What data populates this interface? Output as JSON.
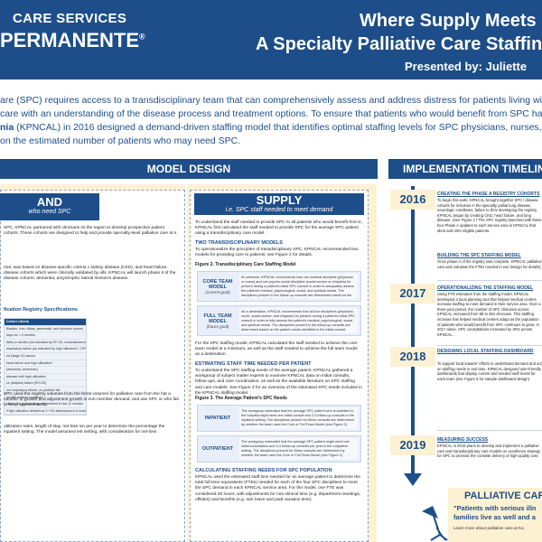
{
  "header": {
    "logo_line1": "CARE SERVICES",
    "logo_line2": "PERMANENTE",
    "logo_reg": "®",
    "title_line1": "Where Supply Meets",
    "title_line2": "A Specialty Palliative Care Staffing",
    "presenter": "Presented by: Juliette"
  },
  "intro": {
    "line1": "are (SPC) requires access to a transdisciplinary team that can comprehensively assess and address distress for patients living with serious",
    "line2": "care with an understanding of the disease process and treatment options. To ensure that patients who would benefit from SPC have ac",
    "line3_bold": "nia",
    "line3_rest": " (KPNCAL) in 2016 designed a demand-driven staffing model that identifies optimal staffing levels for SPC physicians, nurses, social",
    "line4": "on the estimated number of patients who may need SPC."
  },
  "sections": {
    "model_design": "MODEL DESIGN",
    "implementation": "IMPLEMENTATION TIMELINE"
  },
  "demand": {
    "heading": "AND",
    "subheading": "who need SPC",
    "para1": "SPC, KPNCAL partnered with clinicians ss the region to develop prospective patient cohorts. These cohorts are designed to help and provide specialty-level palliative care at s.",
    "para2": "016, was based on disease-specific criteria c kidney disease (CKD), and heart failure. disease cohorts which were clinically validated by ulls. KPNCAL will launch phase II of the disease cohorts: dementia, amyotrophic lateral rkinson's disease.",
    "criteria_title": "fication Registry Specifications",
    "table_header": "Cohort criteria",
    "table_rows": [
      "Bladder, liver, biliary, pancreatic, and stomach tumors",
      "days for > 6 months",
      "likely to decline (as indicated by EF<20, moderate/severe",
      "respiratory failure (as indicated by high utilization*, CHF",
      "ed (stage IV) cancer",
      "heart failure and high utilization*",
      "(dementia, Alzheimer)",
      "disease with high utilization:",
      "ce (dialysis) failure (ER<20)",
      "ore respiratory failure: on problem list",
      "ed with serious condition*",
      "visit to the pulmonology department in last 12 months",
      "*High utilization defined as 2+ ED admissions in 6 months"
    ],
    "para3": "SPC used the registry volumes from the ferral volumes for palliative care from the hat a number of growth and adjustment growth in non-member demand, and use SPC or who fail to keep appointments).",
    "para4": "utilization rates, length of stay, net-loss ion per year to determine the percentage the inpatient setting. The model assumed ent setting, with consideration for net-loss"
  },
  "supply": {
    "heading": "SUPPLY",
    "subheading": "i.e. SPC staff needed to meet demand",
    "intro": "To understand the staff needed to provide SPC to all patients who would benefit from it, KPNCAL first calculated the staff needed to provide SPC for the average SPC patient using a transdisciplinary care model.",
    "models_title": "TWO TRANSDISCIPLINARY MODELS",
    "models_text": "To operationalize the principles of transdisciplinary SPC, KPNCAL recommended two models for providing care to patients; see Figure 2 for details.",
    "fig2_title": "Figure 2. Transdisciplinary Care Staffing Model",
    "core_label": "CORE TEAM MODEL",
    "core_sub": "(current goal)",
    "core_desc": "At minimum, KPNCAL recommends that one medical discipline (physician or nurse) and one psycho-social discipline (social worker or chaplain) be present during a patient's initial SPC consult in order to adequately assess the patient's medical, psychological, social, and spiritual needs. The disciplines present in the follow-up consults are determined based on the patient needs identified in the initial consult.",
    "full_label": "FULL TEAM MODEL",
    "full_sub": "(future goal)",
    "full_desc": "As a destination, KPNCAL recommends that all four disciplines (physician, nurse, social worker, and chaplain) be present during a patient's initial SPC consult in order to fully assess the patient's medical, psychological, social, and spiritual needs. The disciplines present in the follow-up consults are determined based on the patient needs identified in the initial consult.",
    "staffing_text": "For the SPC staffing model, KPNCAL calculated the staff needed to achieve the core team model at a minimum, as well as the staff needed to achieve the full team model as a destination.",
    "est_title": "ESTIMATING STAFF TIME NEEDED PER PATIENT",
    "est_text": "To understand the SPC staffing needs of the average patient, KPNCAL gathered a workgroup of subject matter experts to examine KPNCAL data on initial consults, follow-ups, and care coordination, as well as the available literature on SPC staffing and care models. See Figure 3 for an overview of the estimated SPC needs included in the KPNCAL staffing model.",
    "fig3_title": "Figure 3. The Average Patient's SPC Needs",
    "inpatient_label": "INPATIENT",
    "inpatient_desc": "The workgroup estimated that the average SPC patient who is admitted to the hospital might need one initial consult and 2-3 follow-up consults in the inpatient setting. The disciplines present for these consults are determined by whether the team uses the Core or Full Team Model (see Figure 2).",
    "outpatient_label": "OUTPATIENT",
    "outpatient_desc": "The workgroup estimated that the average SPC patient might need one initial consultation and 3-4 follow-up consults per year in the outpatient setting. The disciplines present for these consults are determined by whether the team uses the Core or Full Team Model (see Figure 2).",
    "calc_title": "CALCULATING STAFFING NEEDS FOR SPC POPULATION",
    "calc_text": "KPNCAL used the estimated staff time needed for an average patient to determine the total full-time equivalents (FTEs) needed for each of the four SPC disciplines to meet the SPC demand in each KPNCAL service area. For the model, one FTE was considered 40 hours, with adjustments for non-clinical time (e.g. department meetings, offsites) and benefits (e.g. sick leave and paid vacation time)."
  },
  "timeline": [
    {
      "year": "2016",
      "title": "CREATING THE PHASE A REGISTRY COHORTS",
      "text": "To begin this work, KPNCAL brought together SPC l disease cohorts for inclusion in the specialty palliat lung disease, neurologic conditions, failure to thriv developing the registry, KPNCAL began by creating CKD, heart failure, and lung disease. (See Figure 1 f The SPC registry launched with these four Phase A updates to each service area in KPNCAL that ident and refer eligible patients.",
      "title2": "BUILDING THE SPC STAFFING MODEL",
      "text2": "Once phase A of the registry was complete, KPNCAL palliative care and calculate the FTEs needed in eac Design for details)."
    },
    {
      "year": "2017",
      "title": "OPERATIONALIZING THE STAFFING MODEL",
      "text": "Using FTE estimates from the staffing model, KPNCAL developed a local planning tool that helped medical centers increase staffing to meet demand in their service area. Over a three-year period, the number of SPC clinicians across KPNCAL increased from 88 to 254 clinicians. This staffing increase has helped medical centers adapt as the population of patients who would benefit from SPC continues to grow. In 2017 alone, SPC consultations increased by 30% across KPNCAL."
    },
    {
      "year": "2018",
      "title": "DESIGNING LOCAL STAFFING DASHBOARD",
      "text": "To support local leaders' efforts to understand demand and act on staffing needs in real time, KPNCAL designed user-friendly dashboards that display current and needed staff levels for each team (see Figure 5 for sample dashboard design)."
    },
    {
      "year": "2019",
      "title": "MEASURING SUCCESS",
      "text": "KPNCAL in 2019 plans to develop and implement a palliative care and transdisciplinary care models on excellence strategy for SPC to promote the consiste delivery of high-quality care."
    }
  ],
  "footer": {
    "pc_title": "PALLIATIVE CARE",
    "quote_line1": "\"Patients with serious illn",
    "quote_line2": "families live as well and a",
    "learn_more": "Learn more about palliative care at Ka"
  },
  "colors": {
    "brand_blue": "#1d4e89",
    "cream": "#fdf1d4"
  }
}
